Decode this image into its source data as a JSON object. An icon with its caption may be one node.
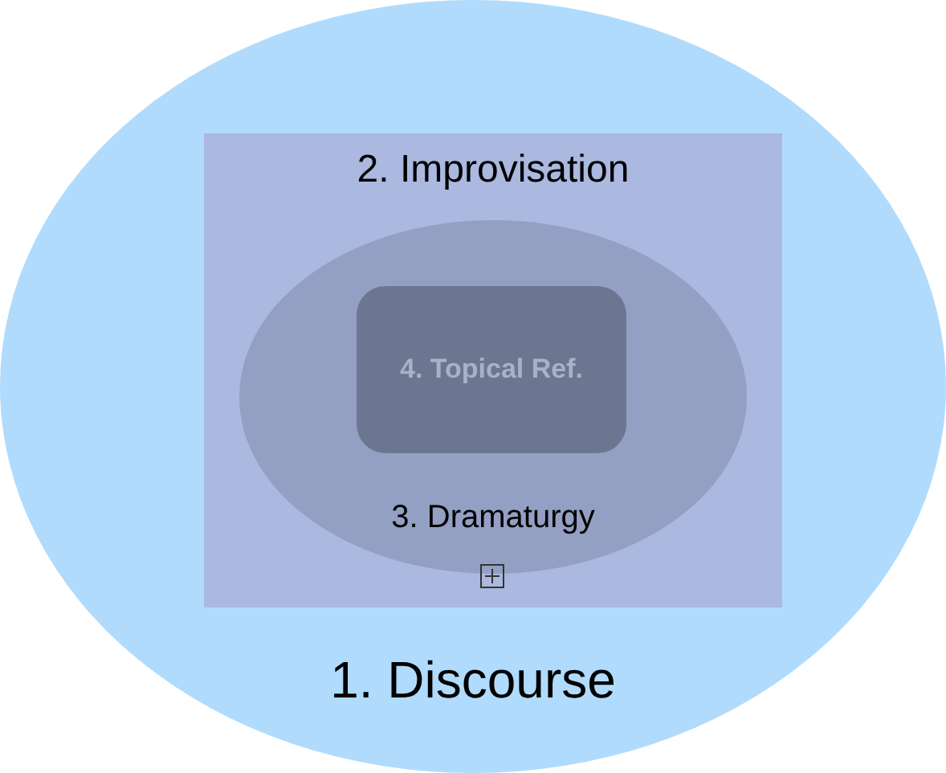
{
  "diagram": {
    "nodes": [
      {
        "text": [
          "1. Discourse"
        ]
      },
      {
        "text": [
          "2. Improvisation"
        ],
        "in": 0
      },
      {
        "text": [
          "3. Dramaturgy"
        ],
        "in": 1
      },
      {
        "text": [
          "4. Topical Ref."
        ],
        "in": 2
      }
    ]
  }
}
